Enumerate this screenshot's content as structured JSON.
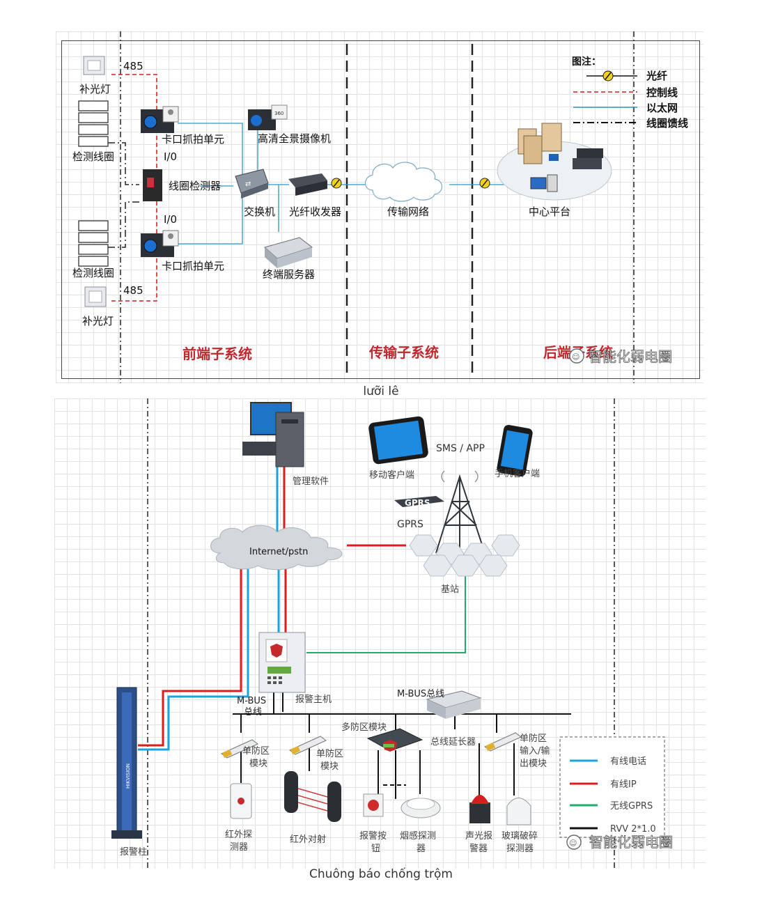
{
  "diagram1": {
    "legend": {
      "title": "图注：",
      "items": [
        {
          "label": "光纤",
          "color": "#000000",
          "style": "fiber"
        },
        {
          "label": "控制线",
          "color": "#d21e1e",
          "style": "dashed"
        },
        {
          "label": "以太网",
          "color": "#2a96c8",
          "style": "solid"
        },
        {
          "label": "线圈馈线",
          "color": "#000000",
          "style": "dashdot"
        }
      ]
    },
    "labels": {
      "fill_light_top": "补光灯",
      "fill_light_bottom": "补光灯",
      "rs485_top": "485",
      "rs485_bottom": "485",
      "coil_top": "检测线圈",
      "coil_bottom": "检测线圈",
      "capture_top": "卡口抓拍单元",
      "capture_bottom": "卡口抓拍单元",
      "io_top": "I/0",
      "io_bottom": "I/0",
      "coil_detector": "线圈检测器",
      "hd_camera": "高清全景摄像机",
      "switch": "交换机",
      "fiber_transceiver": "光纤收发器",
      "terminal_server": "终端服务器",
      "transport_network": "传输网络",
      "center_platform": "中心平台"
    },
    "sections": {
      "front": "前端子系统",
      "transport": "传输子系统",
      "back": "后端子系统"
    },
    "watermark": "智能化弱电圈"
  },
  "caption1": "lưỡi lê",
  "diagram2": {
    "labels": {
      "mgmt_software": "管理软件",
      "mobile_client": "移动客户端",
      "sms_app": "SMS / APP",
      "phone_client": "手机客户端",
      "gprs_badge": "GPRS",
      "gprs": "GPRS",
      "internet": "Internet/pstn",
      "base_station": "基站",
      "mbus_line_1": "M-BUS",
      "mbus_line_2": "总线",
      "alarm_host": "报警主机",
      "mbus_bus": "M-BUS总线",
      "multi_zone": "多防区模块",
      "bus_extender": "总线延长器",
      "single_zone_1a": "单防区",
      "single_zone_1b": "模块",
      "single_zone_2a": "单防区",
      "single_zone_2b": "模块",
      "io_module_1": "单防区",
      "io_module_2": "输入/输",
      "io_module_3": "出模块",
      "ir_detector_1": "红外探",
      "ir_detector_2": "测器",
      "ir_beam": "红外对射",
      "alarm_button_1": "报警按",
      "alarm_button_2": "钮",
      "smoke_1": "烟感探测",
      "smoke_2": "器",
      "siren_1": "声光报",
      "siren_2": "警器",
      "glass_1": "玻璃破碎",
      "glass_2": "探测器",
      "alarm_column": "报警柱",
      "pillar_brand": "HIKVISION"
    },
    "legend": [
      {
        "label": "有线电话",
        "color": "#1aa6dc"
      },
      {
        "label": "有线IP",
        "color": "#dd1c1c"
      },
      {
        "label": "无线GPRS",
        "color": "#1fae6a"
      },
      {
        "label": "RVV 2*1.0",
        "color": "#111111"
      }
    ],
    "watermark": "智能化弱电圈"
  },
  "caption2": "Chuông báo chống trộm"
}
